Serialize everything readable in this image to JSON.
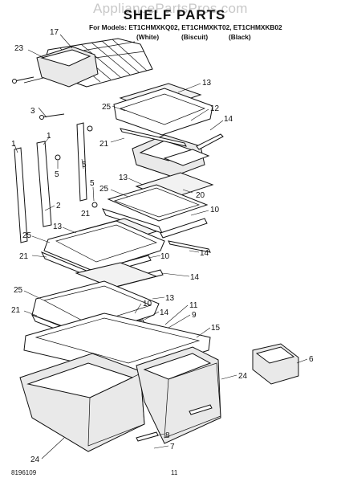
{
  "watermark": "AppliancePartsPros.com",
  "title": "SHELF PARTS",
  "models_line": "For Models: ET1CHMXKQ02, ET1CHMXKT02, ET1CHMXKB02",
  "variants": [
    "(White)",
    "(Biscuit)",
    "(Black)"
  ],
  "footer": {
    "doc_number": "8196109",
    "page": "11"
  },
  "callouts": {
    "c17": "17",
    "c23": "23",
    "c3": "3",
    "c13a": "13",
    "c25a": "25",
    "c12": "12",
    "c14a": "14",
    "c21a": "21",
    "c1a": "1",
    "c1b": "1",
    "c5a": "5",
    "c5b": "5",
    "c5c": "5",
    "c2": "2",
    "c13b": "13",
    "c25b": "25",
    "c20": "20",
    "c21b": "21",
    "c10a": "10",
    "c13c": "13",
    "c25c": "25",
    "c14b": "14",
    "c21c": "21",
    "c10b": "10",
    "c14c": "14",
    "c25d": "25",
    "c13d": "13",
    "c21d": "21",
    "c10c": "10",
    "c14d": "14",
    "c11": "11",
    "c9": "9",
    "c15": "15",
    "c6": "6",
    "c24a": "24",
    "c24b": "24",
    "c8": "8",
    "c7": "7"
  }
}
